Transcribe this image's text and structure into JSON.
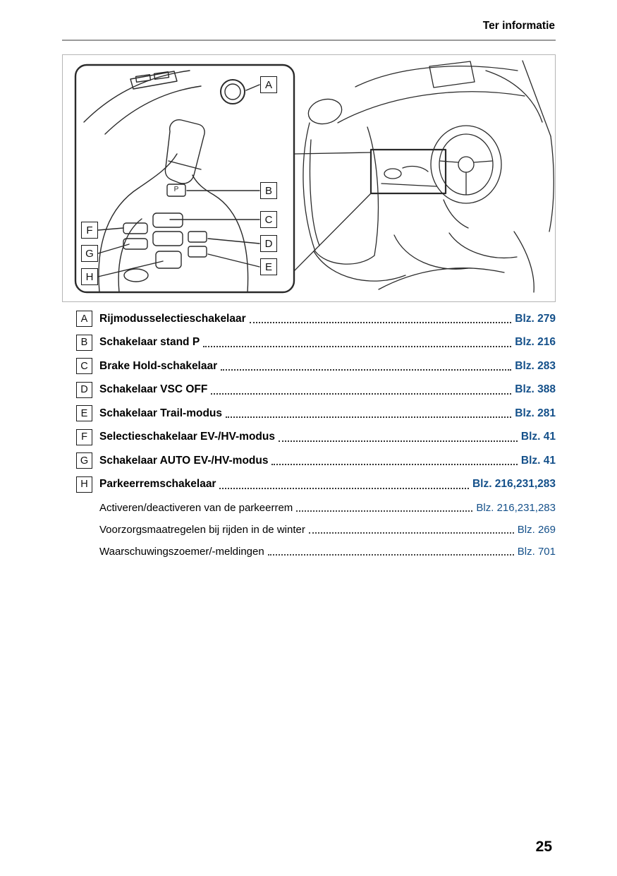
{
  "header": {
    "title": "Ter informatie"
  },
  "colors": {
    "link_blue": "#14508a",
    "line_gray": "#9a9a9a"
  },
  "figure": {
    "callouts": [
      "A",
      "B",
      "C",
      "D",
      "E",
      "F",
      "G",
      "H"
    ],
    "p_button_label": "P"
  },
  "toc": {
    "items": [
      {
        "letter": "A",
        "label": "Rijmodusselectieschakelaar",
        "page": "Blz. 279"
      },
      {
        "letter": "B",
        "label": "Schakelaar stand P",
        "page": "Blz. 216"
      },
      {
        "letter": "C",
        "label": "Brake Hold-schakelaar",
        "page": "Blz. 283"
      },
      {
        "letter": "D",
        "label": "Schakelaar VSC OFF",
        "page": "Blz. 388"
      },
      {
        "letter": "E",
        "label": "Schakelaar Trail-modus",
        "page": "Blz. 281"
      },
      {
        "letter": "F",
        "label": "Selectieschakelaar EV-/HV-modus",
        "page": "Blz. 41"
      },
      {
        "letter": "G",
        "label": "Schakelaar AUTO EV-/HV-modus",
        "page": "Blz. 41"
      },
      {
        "letter": "H",
        "label": "Parkeerremschakelaar",
        "page": "Blz. 216,231,283"
      }
    ],
    "subitems": [
      {
        "label": "Activeren/deactiveren van de parkeerrem",
        "page": "Blz. 216,231,283"
      },
      {
        "label": "Voorzorgsmaatregelen bij rijden in de winter",
        "page": "Blz. 269"
      },
      {
        "label": "Waarschuwingszoemer/-meldingen",
        "page": "Blz. 701"
      }
    ]
  },
  "footer": {
    "page_number": "25"
  }
}
